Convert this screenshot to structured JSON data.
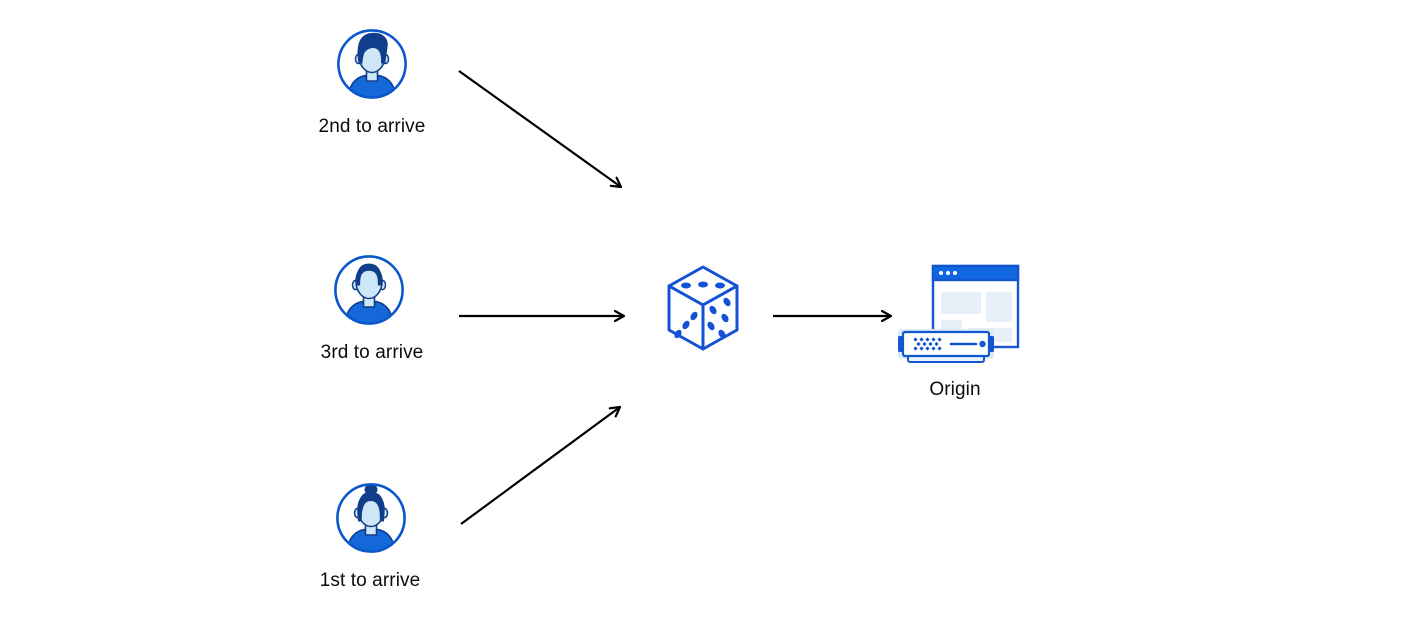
{
  "diagram": {
    "description": "Three clients routed randomly (dice) to an origin server",
    "nodes": {
      "client_second": {
        "label": "2nd to arrive",
        "icon": "user-avatar-man-swept-hair-icon"
      },
      "client_third": {
        "label": "3rd to arrive",
        "icon": "user-avatar-man-short-hair-icon"
      },
      "client_first": {
        "label": "1st to arrive",
        "icon": "user-avatar-woman-bun-icon"
      },
      "selector": {
        "icon": "dice-icon"
      },
      "origin": {
        "label": "Origin",
        "icon": "origin-browser-server-icon"
      }
    },
    "edges": [
      {
        "from": "client_second",
        "to": "selector"
      },
      {
        "from": "client_third",
        "to": "selector"
      },
      {
        "from": "client_first",
        "to": "selector"
      },
      {
        "from": "selector",
        "to": "origin"
      }
    ],
    "colors": {
      "background": "#ffffff",
      "avatar_ring_blue": "#0a57cc",
      "navy_outline": "#113e8a",
      "face_light_blue": "#cde7f7",
      "shirt_blue": "#1568da",
      "dice_blue": "#1352d6",
      "window_bar_blue": "#1167e2",
      "pale_block_fill": "#e7f0f8",
      "server_halo": "#d9ebf8",
      "arrow_black": "#000000",
      "label_text": "#0c0c0d"
    }
  }
}
